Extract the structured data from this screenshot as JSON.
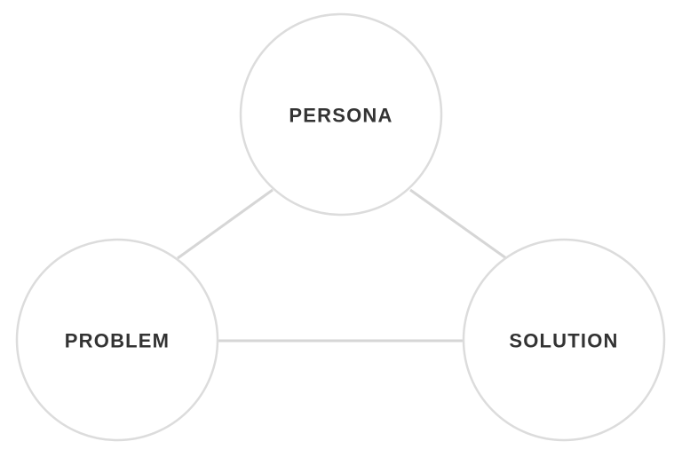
{
  "diagram": {
    "nodes": [
      {
        "id": "persona",
        "label": "PERSONA"
      },
      {
        "id": "problem",
        "label": "PROBLEM"
      },
      {
        "id": "solution",
        "label": "SOLUTION"
      }
    ],
    "edges": [
      {
        "from": "persona",
        "to": "problem"
      },
      {
        "from": "persona",
        "to": "solution"
      },
      {
        "from": "problem",
        "to": "solution"
      }
    ],
    "colors": {
      "circle_stroke": "#dcdcdc",
      "connector": "#d6d6d6",
      "label": "#333333",
      "background": "#ffffff"
    }
  }
}
